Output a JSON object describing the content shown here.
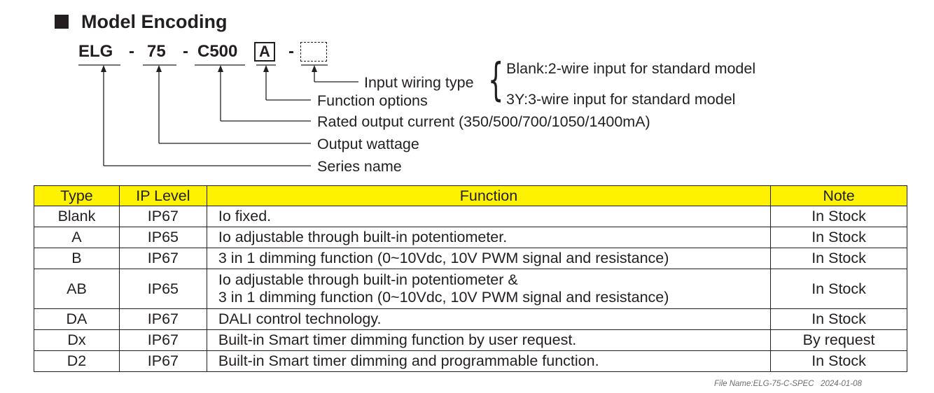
{
  "section": {
    "title": "Model Encoding"
  },
  "model_code": {
    "series": "ELG",
    "dash1": "-",
    "wattage": "75",
    "dash2": "-",
    "current": "C500",
    "function": "A",
    "dash3": "-"
  },
  "descriptions": {
    "input_wiring": "Input wiring type",
    "blank_option": "Blank:2-wire input for standard model",
    "three_y_option": "3Y:3-wire input for standard model",
    "function_options": "Function options",
    "rated_current": "Rated output current (350/500/700/1050/1400mA)",
    "output_wattage": "Output wattage",
    "series_name": "Series name"
  },
  "table": {
    "headers": [
      "Type",
      "IP Level",
      "Function",
      "Note"
    ],
    "rows": [
      {
        "type": "Blank",
        "ip": "IP67",
        "function": [
          "Io fixed."
        ],
        "note": "In Stock"
      },
      {
        "type": "A",
        "ip": "IP65",
        "function": [
          "Io adjustable through built-in potentiometer."
        ],
        "note": "In Stock"
      },
      {
        "type": "B",
        "ip": "IP67",
        "function": [
          "3 in 1 dimming function (0~10Vdc, 10V PWM signal and resistance)"
        ],
        "note": "In Stock"
      },
      {
        "type": "AB",
        "ip": "IP65",
        "function": [
          "Io adjustable through built-in potentiometer &",
          "3 in 1 dimming function (0~10Vdc, 10V PWM signal and resistance)"
        ],
        "note": "In Stock"
      },
      {
        "type": "DA",
        "ip": "IP67",
        "function": [
          "DALI control technology."
        ],
        "note": "In Stock"
      },
      {
        "type": "Dx",
        "ip": "IP67",
        "function": [
          "Built-in Smart timer dimming function by user request."
        ],
        "note": "By request"
      },
      {
        "type": "D2",
        "ip": "IP67",
        "function": [
          "Built-in Smart timer dimming and programmable function."
        ],
        "note": "In Stock"
      }
    ]
  },
  "footer": {
    "file_name": "File Name:ELG-75-C-SPEC",
    "date": "2024-01-08"
  }
}
